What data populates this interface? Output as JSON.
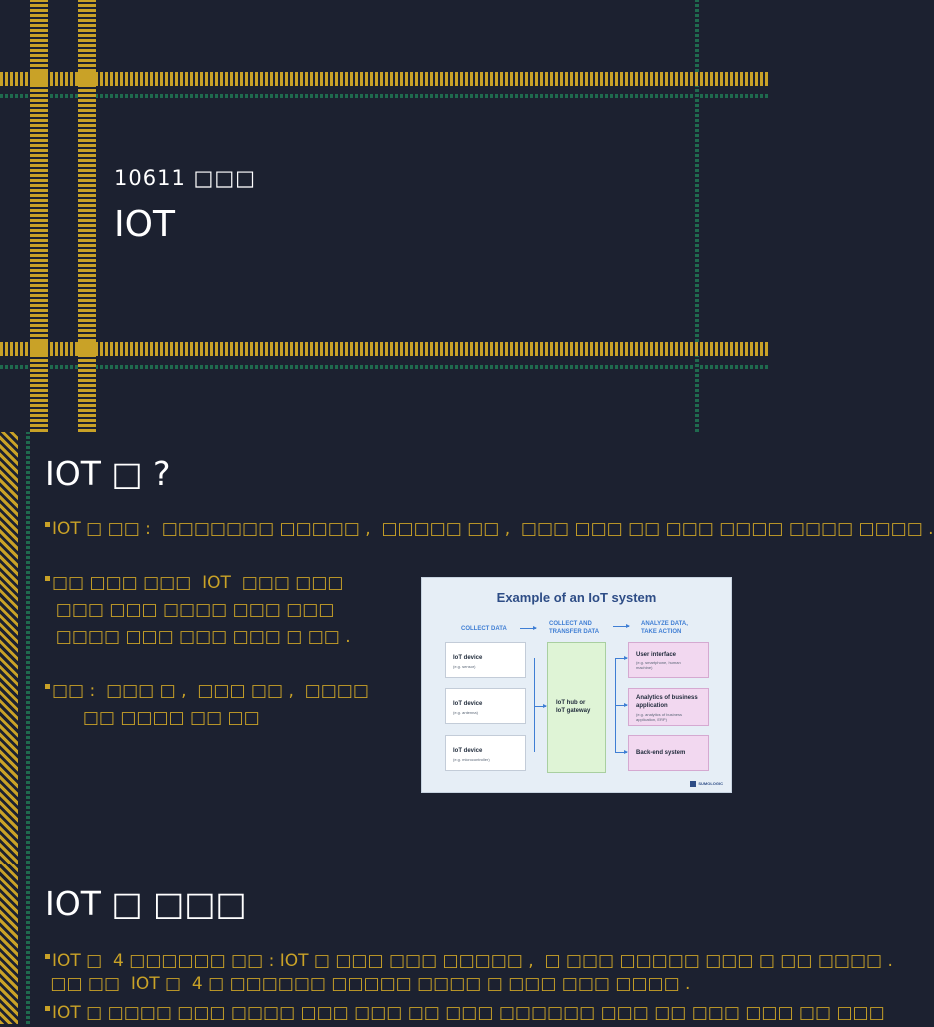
{
  "slide1": {
    "subtitle": "10611  □□□",
    "title": "IOT"
  },
  "slide2": {
    "heading": "IOT □ ?",
    "bullets": [
      "IOT □ □□ :  □□□□□□□ □□□□□ ,  □□□□□ □□ ,  □□□ □□□ □□ □□□ □□□□ □□□□ □□□□ .",
      "□□ □□□ □□□  IOT  □□□ □□□\n  □□□ □□□ □□□□ □□□ □□□\n  □□□□ □□□ □□□ □□□ □ □□ .",
      "□□ :  □□□ □ ,  □□□ □□ ,  □□□□\n       □□ □□□□ □□ □□"
    ],
    "diagram": {
      "title": "Example of an IoT system",
      "col1": "COLLECT DATA",
      "col2": "COLLECT AND\nTRANSFER DATA",
      "col3": "ANALYZE DATA,\nTAKE ACTION",
      "devices": [
        {
          "label": "IoT device",
          "sub": "(e.g. sensor)"
        },
        {
          "label": "IoT device",
          "sub": "(e.g. antenna)"
        },
        {
          "label": "IoT device",
          "sub": "(e.g. microcontroller)"
        }
      ],
      "hub": "IoT hub or\nIoT gateway",
      "outputs": [
        {
          "label": "User interface",
          "sub": "(e.g. smartphone, human\nmachine)"
        },
        {
          "label": "Analytics of business\napplication",
          "sub": "(e.g. analytics of business\napplication, ERP)"
        },
        {
          "label": "Back-end system",
          "sub": ""
        }
      ],
      "logo": "SUMOLOGIC"
    }
  },
  "slide3": {
    "heading": "IOT □ □□□",
    "bullets": [
      "IOT □  4 □□□□□□ □□ : IOT □ □□□ □□□ □□□□□ ,  □ □□□ □□□□□ □□□ □ □□ □□□□ .\n □□ □□  IOT □  4 □ □□□□□□ □□□□□ □□□□ □ □□□ □□□ □□□□ .",
      "IOT □ □□□□ □□□ □□□□ □□□ □□□ □□ □□□ □□□□□□ □□□ □□ □□□ □□□ □□ □□□"
    ]
  },
  "colors": {
    "background": "#1c2130",
    "gold": "#c9a227",
    "green": "#1f6a4e",
    "text": "#ffffff"
  }
}
